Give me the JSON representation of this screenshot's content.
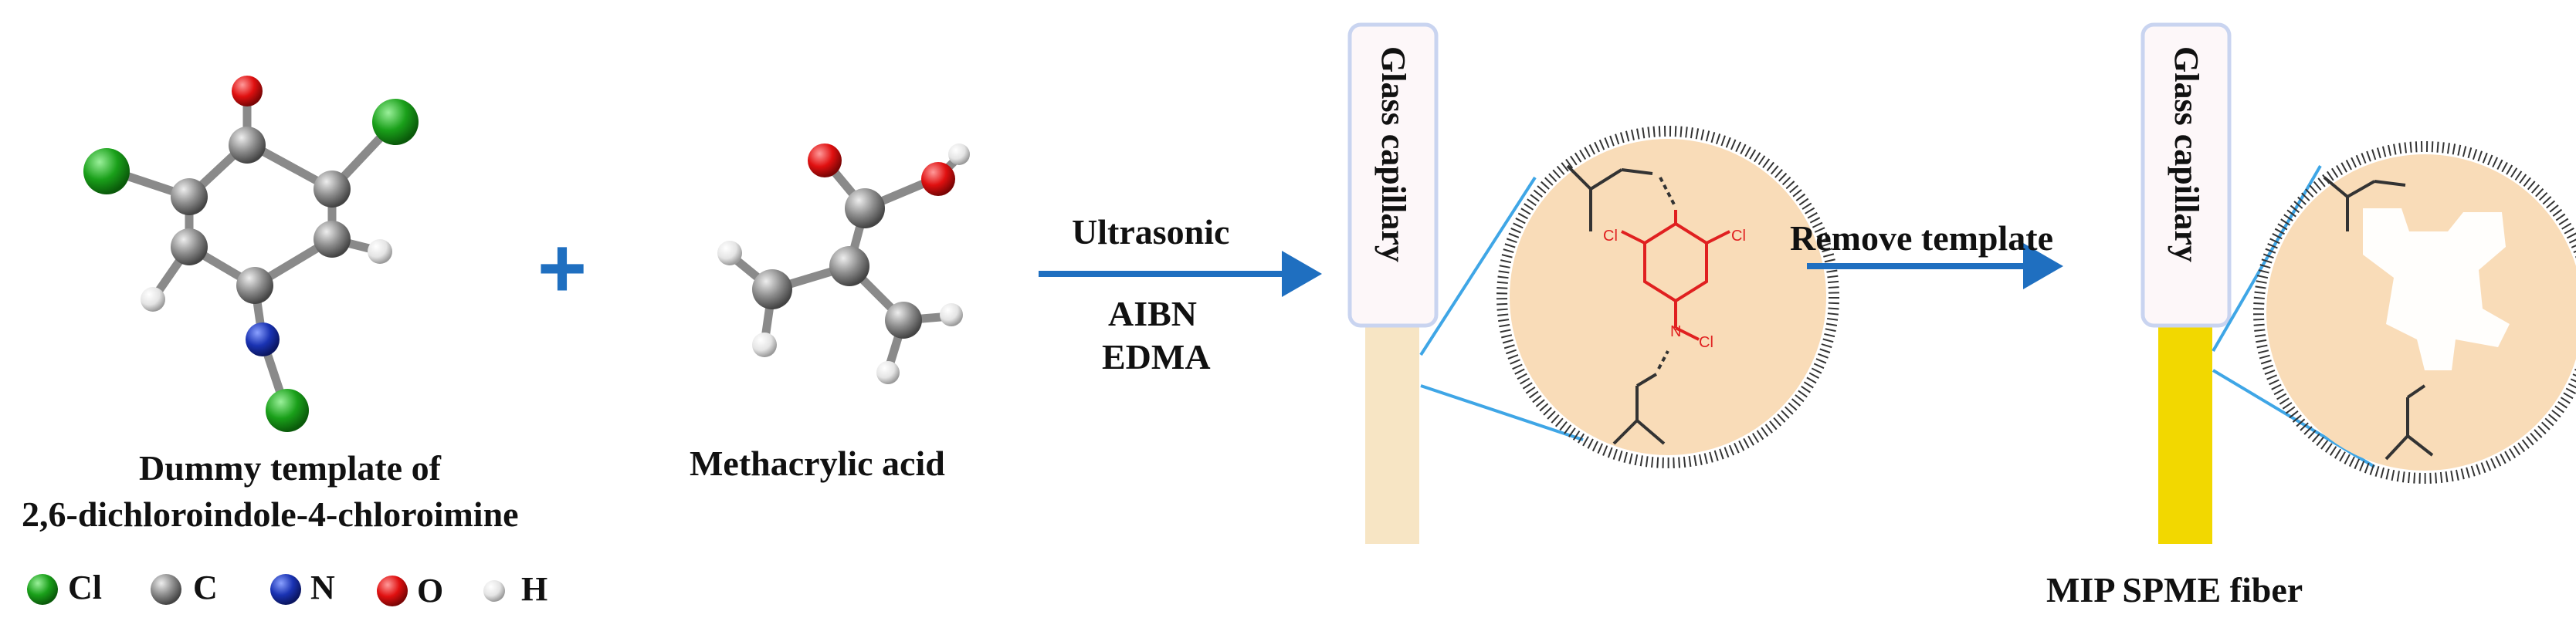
{
  "molecules": {
    "template_caption_line1": "Dummy template of",
    "template_caption_line2": "2,6-dichloroindole-4-chloroimine",
    "methacrylic_caption": "Methacrylic acid",
    "plus_sign": "+"
  },
  "steps": {
    "step1_top": "Ultrasonic",
    "step1_bottom_1": "AIBN",
    "step1_bottom_2": "EDMA",
    "step2_top": "Remove template"
  },
  "capillary": {
    "label": "Glass capillary"
  },
  "fiber_caption": "MIP SPME fiber",
  "zoom_atoms": {
    "cl": "Cl",
    "n": "N"
  },
  "legend": [
    {
      "symbol": "Cl",
      "color": "#1aa01a"
    },
    {
      "symbol": "C",
      "color": "#8c8c8c"
    },
    {
      "symbol": "N",
      "color": "#1a33b3"
    },
    {
      "symbol": "O",
      "color": "#e01010"
    },
    {
      "symbol": "H",
      "color": "#e8e8e8"
    }
  ],
  "colors": {
    "arrow": "#1f6fc0",
    "coating_unfilled": "#f7e5c4",
    "coating_filled": "#f2d800",
    "zoom_bg": "#f9dcb8",
    "template_red": "#e02020"
  }
}
